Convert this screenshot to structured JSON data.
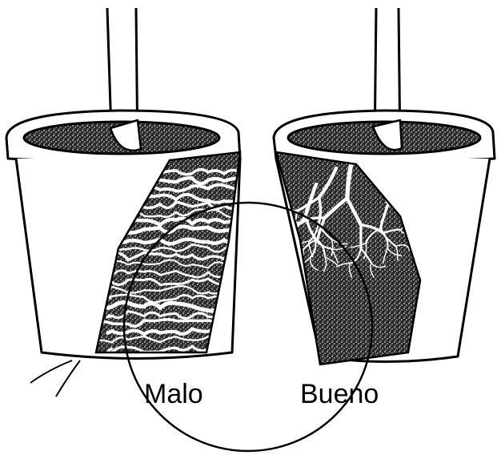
{
  "labels": {
    "left": "Malo",
    "right": "Bueno"
  },
  "colors": {
    "ink": "#000000",
    "paper": "#ffffff",
    "soil": "#1a1a1a"
  },
  "icons": {
    "left_pot": "pot-root-bound-illustration",
    "right_pot": "pot-healthy-roots-illustration",
    "lens": "magnifier-circle"
  }
}
